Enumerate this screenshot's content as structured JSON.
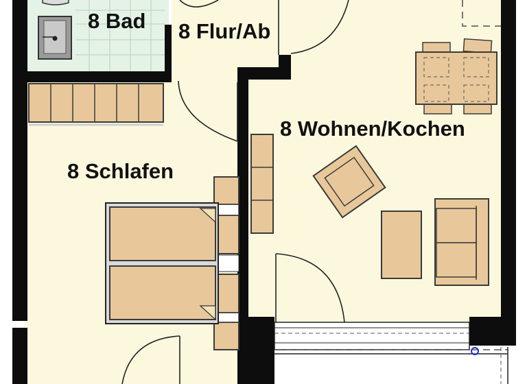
{
  "rooms": {
    "bad": "8 Bad",
    "flur": "8 Flur/Ab",
    "wohnen": "8 Wohnen/Kochen",
    "schlafen": "8 Schlafen"
  },
  "colors": {
    "floor": "#fbf8de",
    "bath_tile": "#e4f3e6",
    "furniture": "#e8c89a",
    "wall": "#0d0d0d"
  }
}
